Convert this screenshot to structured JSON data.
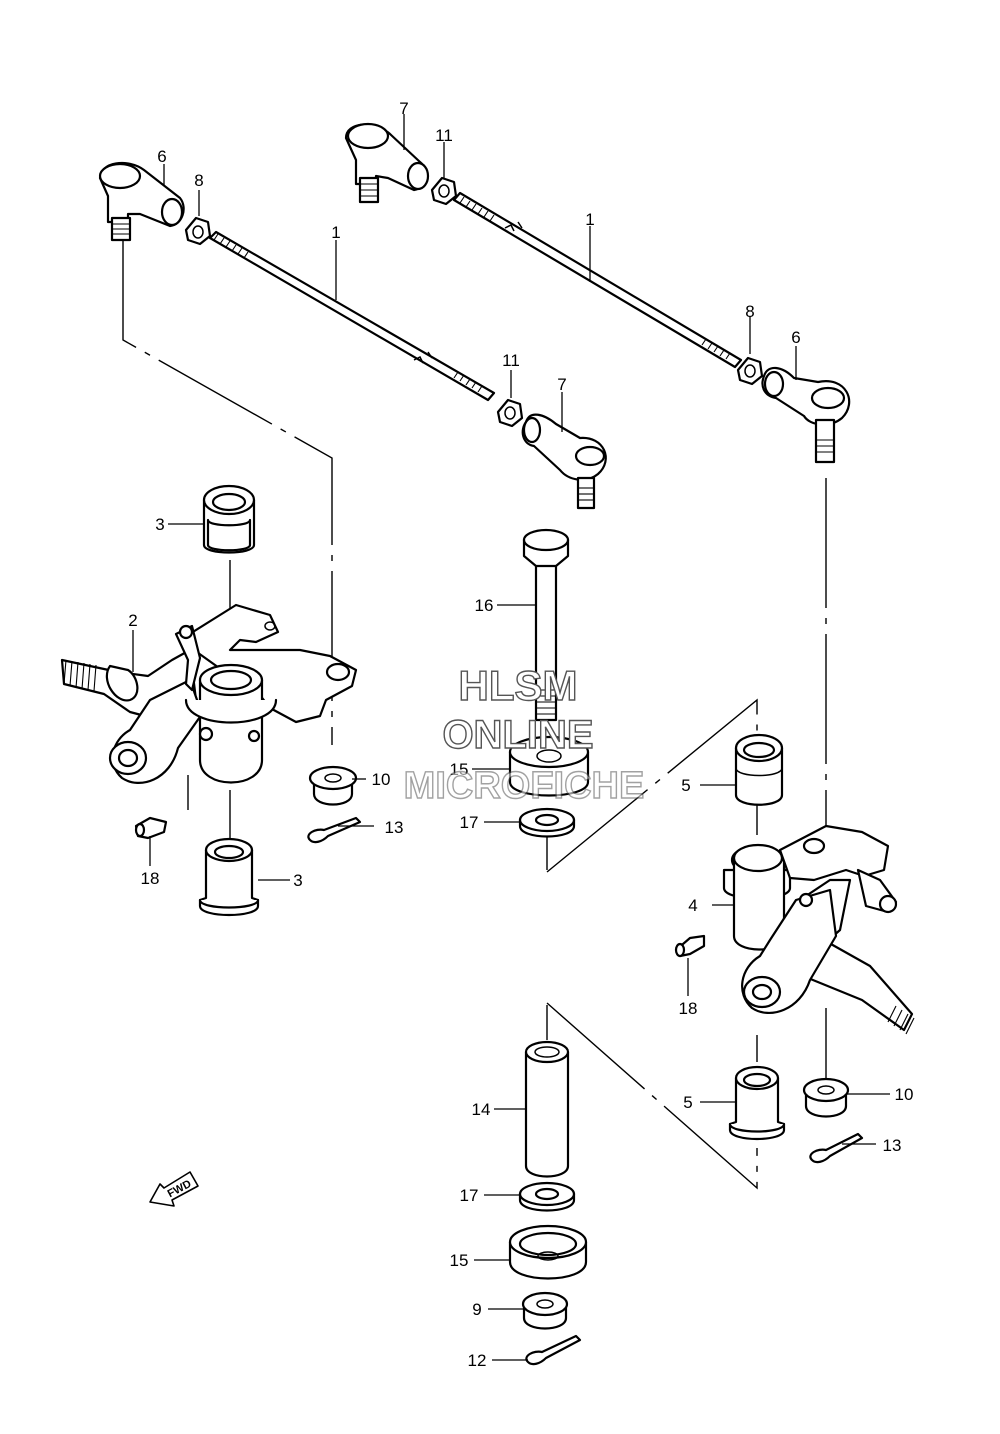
{
  "diagram": {
    "callouts": {
      "rod_left": "1",
      "rod_right": "1",
      "knuckle_left": "2",
      "bush_left_top": "3",
      "bush_left_bottom": "3",
      "knuckle_right": "4",
      "bush_right_top": "5",
      "bush_right_bottom": "5",
      "tie_end_left_top": "6",
      "tie_end_right_low": "6",
      "tie_end_mid_low": "7",
      "tie_end_mid_top": "7",
      "nut_left_top": "8",
      "nut_right_low": "8",
      "nut_bottom": "9",
      "nut_left_mid": "10",
      "nut_right_mid": "10",
      "jam_nut_mid_low": "11",
      "jam_nut_mid_top": "11",
      "cotter_bottom": "12",
      "cotter_left": "13",
      "cotter_right": "13",
      "collar": "14",
      "bushing_center_top": "15",
      "bushing_center_bottom": "15",
      "bolt": "16",
      "washer_center_top": "17",
      "washer_center_bottom": "17",
      "grease_left": "18",
      "grease_right": "18"
    },
    "fwd_label": "FWD",
    "watermark": {
      "line1": "HLSM",
      "line2": "ONLINE",
      "line3": "MICROFICHE"
    }
  }
}
